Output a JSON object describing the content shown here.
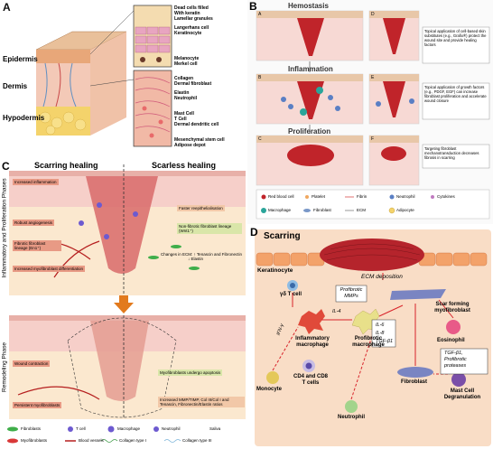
{
  "panelA": {
    "letter": "A",
    "layers": [
      "Epidermis",
      "Dermis",
      "Hypodermis"
    ],
    "epidermis_cells": [
      "Dead cells filled",
      "With keratin",
      "Lamellar granules",
      "Langerhans cell",
      "Keratinocyte"
    ],
    "junction_cells": [
      "Melanocyte",
      "Merkel cell"
    ],
    "dermis_cells": [
      "Collagen",
      "Dermal fibroblast",
      "Elastin",
      "Neutrophil"
    ],
    "immune_cells": [
      "Mast Cell",
      "T Cell",
      "Dermal dendritic cell"
    ],
    "hypodermis_cells": [
      "Mesenchymal stem cell",
      "Adipose depot"
    ],
    "colors": {
      "skin_top": "#e9b98f",
      "dermis": "#f3c9b7",
      "fat": "#f4d36b"
    }
  },
  "panelB": {
    "letter": "B",
    "phases": [
      "Hemostasis",
      "Inflammation",
      "Proliferation"
    ],
    "sub_letters": [
      "A",
      "B",
      "C",
      "D",
      "E",
      "F"
    ],
    "notes": [
      "Topical application of cell-based skin substitutes (e.g., Grafix®) protect the wound site and provide healing factors",
      "Topical application of growth factors (e.g., PDGF, EGF) can increase fibroblast proliferation and accelerate wound closure",
      "Targeting fibroblast mechanotransduction decreases fibrosis in scarring"
    ],
    "legend": [
      "Red blood cell",
      "Platelet",
      "Fibrin",
      "Neutrophil",
      "Cytokines",
      "Macrophage",
      "Fibroblast",
      "ECM",
      "Adipocyte"
    ]
  },
  "panelC": {
    "letter": "C",
    "left_title": "Scarring healing",
    "right_title": "Scarless healing",
    "phase_top": "Inflammatory and Proliferation Phases",
    "phase_bottom": "Remodeling Phase",
    "top_left_boxes": [
      "Increased inflammation",
      "Robust angiogenesis",
      "Fibrotic fibroblast lineage (En1⁺)",
      "Increased myofibroblast differentiation"
    ],
    "top_right_boxes": [
      "Faster reepithelialisation",
      "Non-fibrotic fibroblast lineage (Wnt1⁺)"
    ],
    "ecm_note": [
      "Changes in ECM: ↑ Tenascin and Fibronectin",
      "↓ Elastin"
    ],
    "bottom_left_boxes": [
      "Wound contraction",
      "Persistent myofibroblasts"
    ],
    "bottom_right_boxes": [
      "Myofibroblasts undergo apoptosis",
      "Increased MMP/TIMP, Col III/Col I and Tenascin, Fibronectin/Elastin ratios"
    ],
    "legend": [
      "Fibroblasts",
      "T cell",
      "Macrophage",
      "Neutrophil",
      "Saliva",
      "Myofibroblasts",
      "Blood vessels",
      "Collagen type I",
      "Collagen type III"
    ]
  },
  "panelD": {
    "letter": "D",
    "title": "Scarring",
    "labels": {
      "keratinocyte": "Keratinocyte",
      "ecm": "ECM deposition",
      "scar": "Scar forming myofibroblast",
      "profibrotic_mmps": "Profibrotic MMPs",
      "cytokines": [
        "IL-6",
        "IL-8",
        "TGF-β1"
      ],
      "il4": "IL-4",
      "ifn": "IFN-γ",
      "gamma_delta": "γδ T cell",
      "inflammatory": "Inflammatory macrophage",
      "profibrotic": "Profibrotic macrophage",
      "eosinophil": "Eosinophil",
      "tgf": [
        "TGF-β1,",
        "Profibrotic",
        "proteases"
      ],
      "cd48": "CD4 and CD8 T cells",
      "fibroblast": "Fibroblast",
      "mast": "Mast Cell Degranulation",
      "monocyte": "Monocyte",
      "neutrophil": "Neutrophil"
    },
    "colors": {
      "background": "#f9ddc6",
      "arrow": "#d8222a"
    }
  }
}
